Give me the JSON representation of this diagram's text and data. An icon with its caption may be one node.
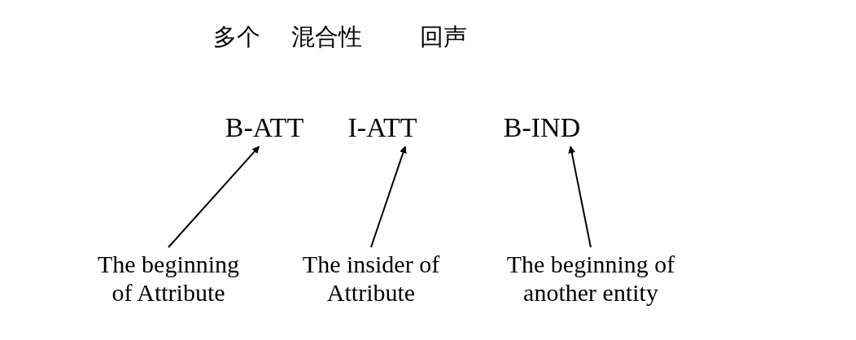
{
  "diagram": {
    "nodes": [
      {
        "text": [
          "B-ATT"
        ]
      },
      {
        "text": [
          "I-ATT"
        ]
      },
      {
        "text": [
          "B-IND"
        ]
      },
      {
        "text": [
          "The beginning of Attribute"
        ]
      },
      {
        "text": [
          "The insider of Attribute"
        ]
      },
      {
        "text": [
          "The beginning of another entity"
        ]
      }
    ],
    "edges": [
      {
        "from": 3,
        "to": 0,
        "arrow": "to"
      },
      {
        "from": 4,
        "to": 1,
        "arrow": "to"
      },
      {
        "from": 5,
        "to": 2,
        "arrow": "to"
      }
    ],
    "labels": [
      "多个",
      "混合性",
      "回声"
    ]
  }
}
